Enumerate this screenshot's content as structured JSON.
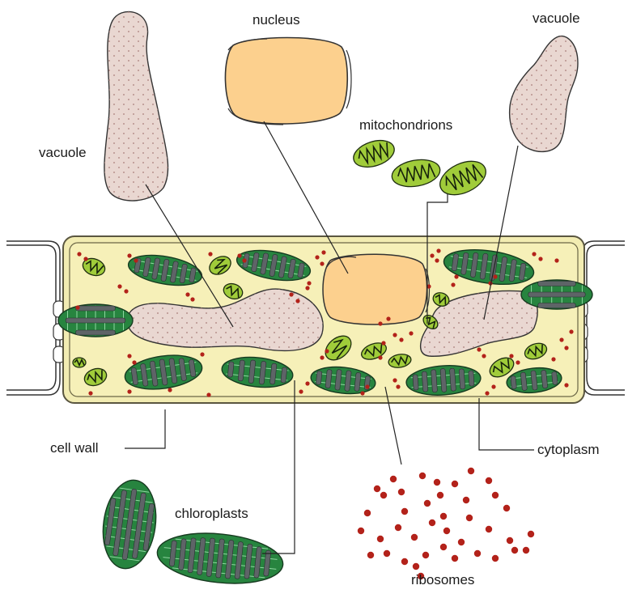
{
  "labels": {
    "nucleus": "nucleus",
    "vacuole_left": "vacuole",
    "vacuole_right": "vacuole",
    "mitochondrions": "mitochondrions",
    "cell_wall": "cell wall",
    "cytoplasm": "cytoplasm",
    "chloroplasts": "chloroplasts",
    "ribosomes": "ribosomes"
  },
  "colors": {
    "cytoplasm": "#f6f0b8",
    "cell_wall_outline": "#5a5640",
    "nucleus": "#fcd08e",
    "vacuole": "#e9d7d1",
    "vacuole_dot": "#a77c78",
    "chloroplast": "#27843f",
    "chloroplast_grana": "#5e6467",
    "mitochondrion": "#a0cc3a",
    "ribosome": "#b3221a",
    "leader_line": "#222222"
  }
}
